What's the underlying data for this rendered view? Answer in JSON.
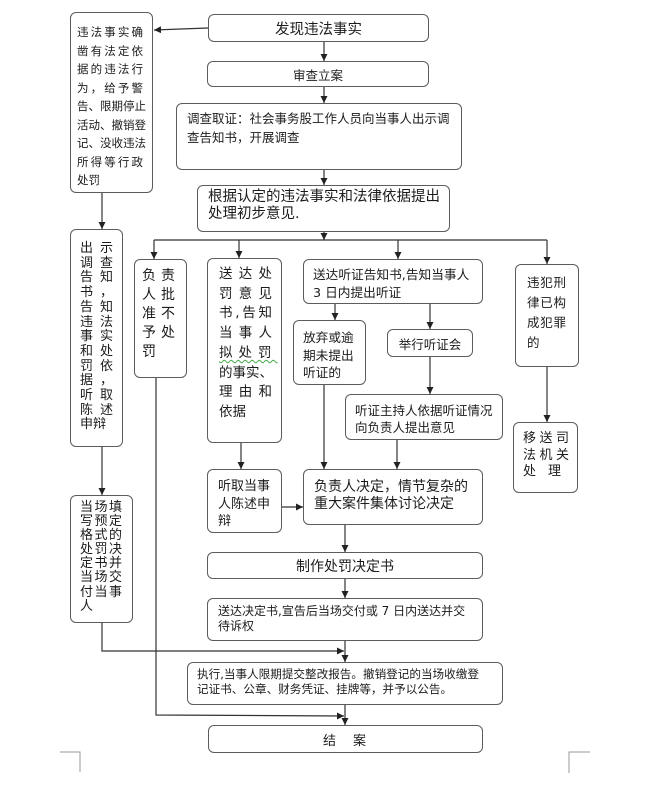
{
  "nodes": {
    "discover_violation": {
      "text": "发现违法事实"
    },
    "review_register": {
      "text": "审查立案"
    },
    "investigate": {
      "lines": [
        "调查取证：社会事务股工作人员向当事人出示调",
        "查告知书，开展调查"
      ]
    },
    "preliminary_opinion": {
      "lines": [
        "根据认定的违法事实和法律依据提出",
        "处理初步意见."
      ]
    },
    "summary_penalty": {
      "lines": [
        "违法事实确",
        "凿有法定依",
        "据的违法行",
        "为，给予警",
        "告、限期停止",
        "活动、撤销登",
        "记、没收违法",
        "所得等行政",
        "处罚"
      ]
    },
    "show_notice": {
      "lines": [
        "出示",
        "调查",
        "告知",
        "书，",
        "告知",
        "违法",
        "事实",
        "和处",
        "罚依",
        "据，",
        "听取",
        "陈述",
        "申辩"
      ]
    },
    "onsite_decision": {
      "lines": [
        "当场填",
        "写预定",
        "格式的",
        "处罚决",
        "定书并",
        "当场交",
        "付当事",
        "人"
      ]
    },
    "no_penalty": {
      "lines": [
        "负责",
        "人批",
        "准不",
        "予处",
        "罚"
      ]
    },
    "penalty_notice": {
      "lines": [
        "送达处",
        "罚意见",
        "书,告知",
        "当事人",
        "拟处罚",
        "的事实、",
        "理由和",
        "依据"
      ]
    },
    "hear_statement": {
      "lines": [
        "听取当事",
        "人陈述申",
        "辩"
      ]
    },
    "hearing_notice": {
      "lines": [
        "送达听证告知书,告知当事人",
        "3 日内提出听证"
      ]
    },
    "waive_hearing": {
      "lines": [
        "放弃或逾",
        "期未提出",
        "听证的"
      ]
    },
    "hold_hearing": {
      "text": "举行听证会"
    },
    "hearing_opinion": {
      "lines": [
        "听证主持人依据听证情况",
        "向负责人提出意见"
      ]
    },
    "criminal_case": {
      "lines": [
        "违犯刑",
        "律已构",
        "成犯罪",
        "的"
      ]
    },
    "transfer_judicial": {
      "lines": [
        "移送司",
        "法机关",
        "处理"
      ]
    },
    "decision": {
      "lines": [
        "负责人决定，情节复杂的",
        "重大案件集体讨论决定"
      ]
    },
    "make_decision_doc": {
      "text": "制作处罚决定书"
    },
    "deliver_decision": {
      "lines": [
        "送达决定书,宣告后当场交付或 7 日内送达并交",
        "待诉权"
      ]
    },
    "execute": {
      "lines": [
        "执行,当事人限期提交整改报告。撤销登记的当场收缴登",
        "记证书、公章、财务凭证、挂牌等，并予以公告。"
      ]
    },
    "close_case": {
      "text": "结　案"
    }
  },
  "edges": [
    {
      "from": "discover_violation",
      "to": "summary_penalty"
    },
    {
      "from": "discover_violation",
      "to": "review_register"
    },
    {
      "from": "review_register",
      "to": "investigate"
    },
    {
      "from": "investigate",
      "to": "preliminary_opinion"
    },
    {
      "from": "preliminary_opinion",
      "to": "no_penalty"
    },
    {
      "from": "preliminary_opinion",
      "to": "penalty_notice"
    },
    {
      "from": "preliminary_opinion",
      "to": "hearing_notice"
    },
    {
      "from": "preliminary_opinion",
      "to": "criminal_case"
    },
    {
      "from": "summary_penalty",
      "to": "show_notice"
    },
    {
      "from": "show_notice",
      "to": "onsite_decision"
    },
    {
      "from": "onsite_decision",
      "to": "execute"
    },
    {
      "from": "no_penalty",
      "to": "close_case"
    },
    {
      "from": "penalty_notice",
      "to": "hear_statement"
    },
    {
      "from": "hear_statement",
      "to": "decision"
    },
    {
      "from": "hearing_notice",
      "to": "waive_hearing"
    },
    {
      "from": "hearing_notice",
      "to": "hold_hearing"
    },
    {
      "from": "hold_hearing",
      "to": "hearing_opinion"
    },
    {
      "from": "waive_hearing",
      "to": "decision"
    },
    {
      "from": "hearing_opinion",
      "to": "decision"
    },
    {
      "from": "criminal_case",
      "to": "transfer_judicial"
    },
    {
      "from": "decision",
      "to": "make_decision_doc"
    },
    {
      "from": "make_decision_doc",
      "to": "deliver_decision"
    },
    {
      "from": "deliver_decision",
      "to": "execute"
    },
    {
      "from": "execute",
      "to": "close_case"
    }
  ],
  "colors": {
    "box_border": "#5c5c5c",
    "line": "#333333",
    "text": "#1c1c1c",
    "spellcheck_underline": "#44aa44"
  }
}
